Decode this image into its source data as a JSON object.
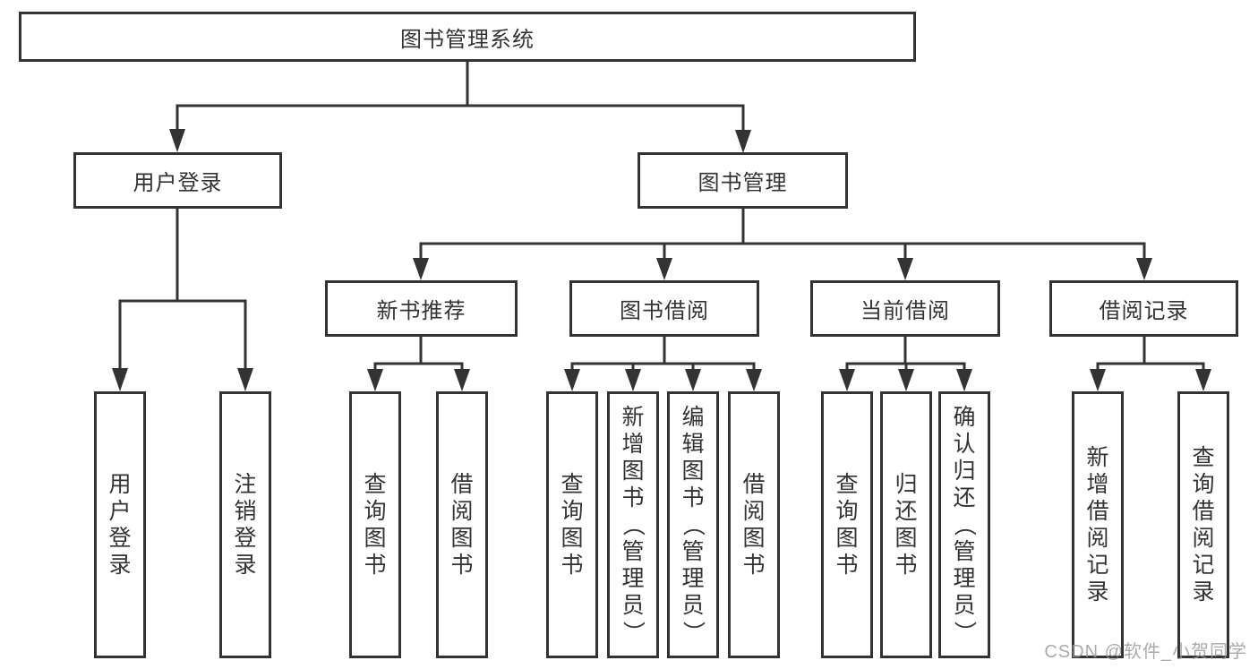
{
  "diagram": {
    "title": "图书管理系统",
    "type": "hierarchy-tree"
  },
  "nodes": {
    "root": {
      "label": "图书管理系统"
    },
    "user_login": {
      "label": "用户登录"
    },
    "book_management": {
      "label": "图书管理"
    },
    "new_book_recommend": {
      "label": "新书推荐"
    },
    "book_borrowing": {
      "label": "图书借阅"
    },
    "current_borrowing": {
      "label": "当前借阅"
    },
    "borrowing_records": {
      "label": "借阅记录"
    }
  },
  "leaves": [
    {
      "label": "用户登录",
      "parent": "用户登录"
    },
    {
      "label": "注销登录",
      "parent": "用户登录"
    },
    {
      "label": "查询图书",
      "parent": "新书推荐"
    },
    {
      "label": "借阅图书",
      "parent": "新书推荐"
    },
    {
      "label": "查询图书",
      "parent": "图书借阅"
    },
    {
      "label": "新增图书（管理员）",
      "parent": "图书借阅"
    },
    {
      "label": "编辑图书（管理员）",
      "parent": "图书借阅"
    },
    {
      "label": "借阅图书",
      "parent": "图书借阅"
    },
    {
      "label": "查询图书",
      "parent": "当前借阅"
    },
    {
      "label": "归还图书",
      "parent": "当前借阅"
    },
    {
      "label": "确认归还（管理员）",
      "parent": "当前借阅"
    },
    {
      "label": "新增借阅记录",
      "parent": "借阅记录"
    },
    {
      "label": "查询借阅记录",
      "parent": "借阅记录"
    }
  ],
  "watermark": {
    "text": "CSDN @软件_小贺同学"
  },
  "colors": {
    "line": "#333333",
    "text": "#333333",
    "background": "#ffffff",
    "watermark": "#969696"
  }
}
